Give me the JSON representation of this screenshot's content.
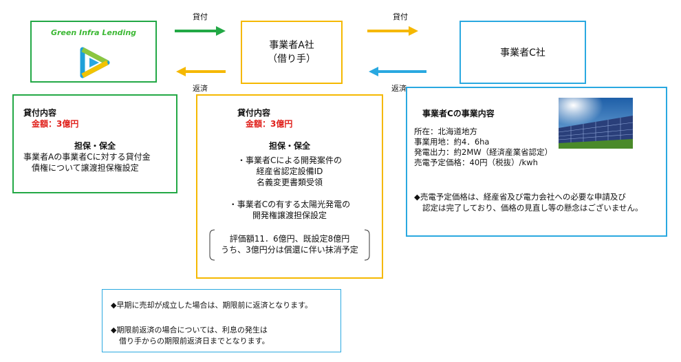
{
  "lender": {
    "logo_text": "Green Infra Lending",
    "loan_title": "貸付内容",
    "loan_amount": "金額：3億円",
    "collateral_title": "担保・保全",
    "collateral_line1": "事業者Aの事業者Cに対する貸付金",
    "collateral_line2": "債権について譲渡担保権設定"
  },
  "borrower": {
    "name_line1": "事業者A社",
    "name_line2": "（借り手）",
    "loan_title": "貸付内容",
    "loan_amount": "金額：3億円",
    "collateral_title": "担保・保全",
    "item1_line1": "・事業者Cによる開発案件の",
    "item1_line2": "経産省認定設備ID",
    "item1_line3": "名義変更書類受領",
    "item2_line1": "・事業者Cの有する太陽光発電の",
    "item2_line2": "開発権譲渡担保設定",
    "valuation_line1": "評価額11．6億円、既設定8億円",
    "valuation_line2": "うち、3億円分は償還に伴い抹消予定"
  },
  "business_c": {
    "name": "事業者C社",
    "details_title": "事業者Cの事業内容",
    "location": "所在：北海道地方",
    "land": "事業用地：約4．6ha",
    "output": "発電出力：約2MW（経済産業省認定）",
    "price": "売電予定価格：40円（税抜）/kwh",
    "note_line1": "◆売電予定価格は、経産省及び電力会社への必要な申請及び",
    "note_line2": "認定は完了しており、価格の見直し等の懸念はございません。"
  },
  "arrows": {
    "loan_label_1": "貸付",
    "repay_label_1": "返済",
    "loan_label_2": "貸付",
    "repay_label_2": "返済"
  },
  "notes": {
    "line1": "◆早期に売却が成立した場合は、期限前に返済となります。",
    "line2": "◆期限前返済の場合については、利息の発生は",
    "line3": "借り手からの期限前返済日までとなります。"
  },
  "colors": {
    "green": "#22a845",
    "yellow": "#f5b800",
    "blue": "#29a8e0",
    "red": "#e0201b"
  }
}
